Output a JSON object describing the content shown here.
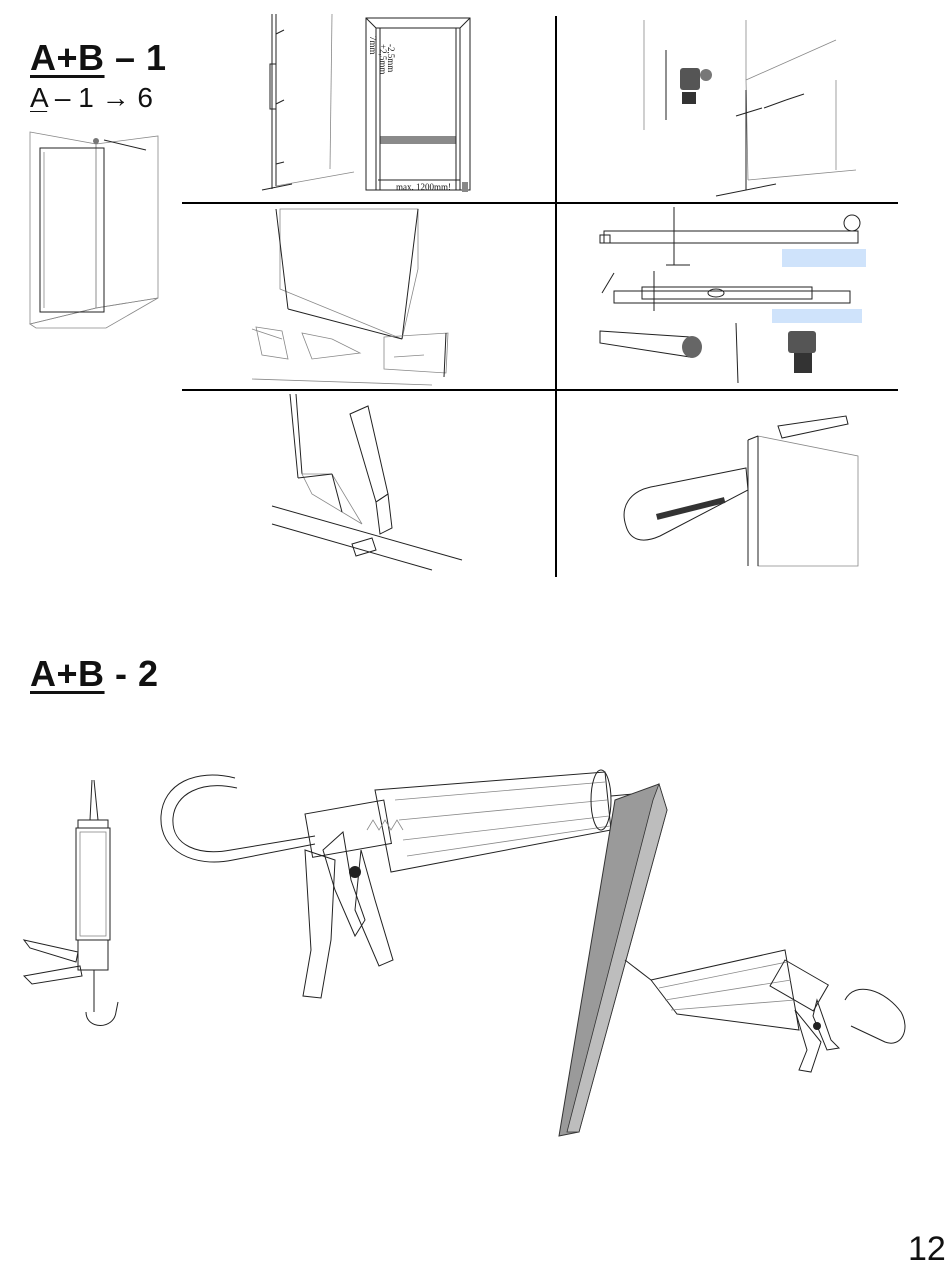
{
  "section1": {
    "title_letters": "A+B",
    "title_suffix": " – 1",
    "range_letter": "A",
    "range_text": " – 1 → 6"
  },
  "section2": {
    "title_letters": "A+B",
    "title_suffix": " - 2"
  },
  "diagram_labels": {
    "max_width": "max. 1200mm!",
    "tol_minus": "-2,5mm",
    "tol_plus": "+2,5mm",
    "gap": "7mm"
  },
  "page_number": "12",
  "colors": {
    "glass_tint": "#cfe3fb",
    "ink": "#111111",
    "profile_gray": "#9a9a9a"
  }
}
